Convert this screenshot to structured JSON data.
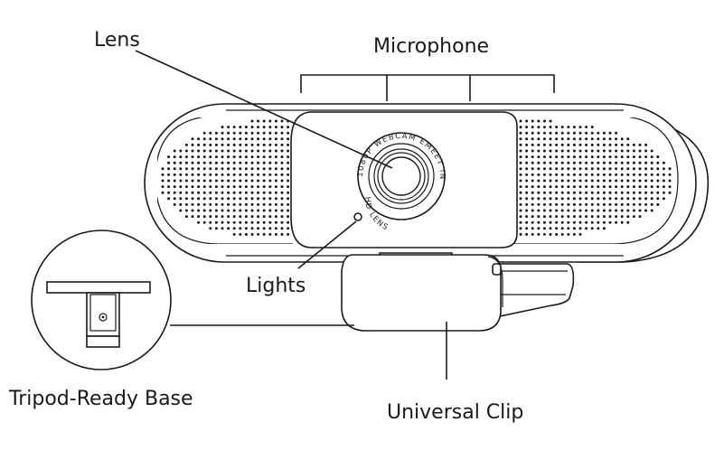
{
  "labels": {
    "lens": "Lens",
    "microphone": "Microphone",
    "lights": "Lights",
    "tripod": "Tripod-Ready Base",
    "clip": "Universal Clip"
  },
  "lens_ring_text": "1080P WEBCAM EMEET INC",
  "lens_ring_text_bottom": "HD LENS",
  "colors": {
    "line": "#1a1a1a",
    "background": "#ffffff"
  }
}
